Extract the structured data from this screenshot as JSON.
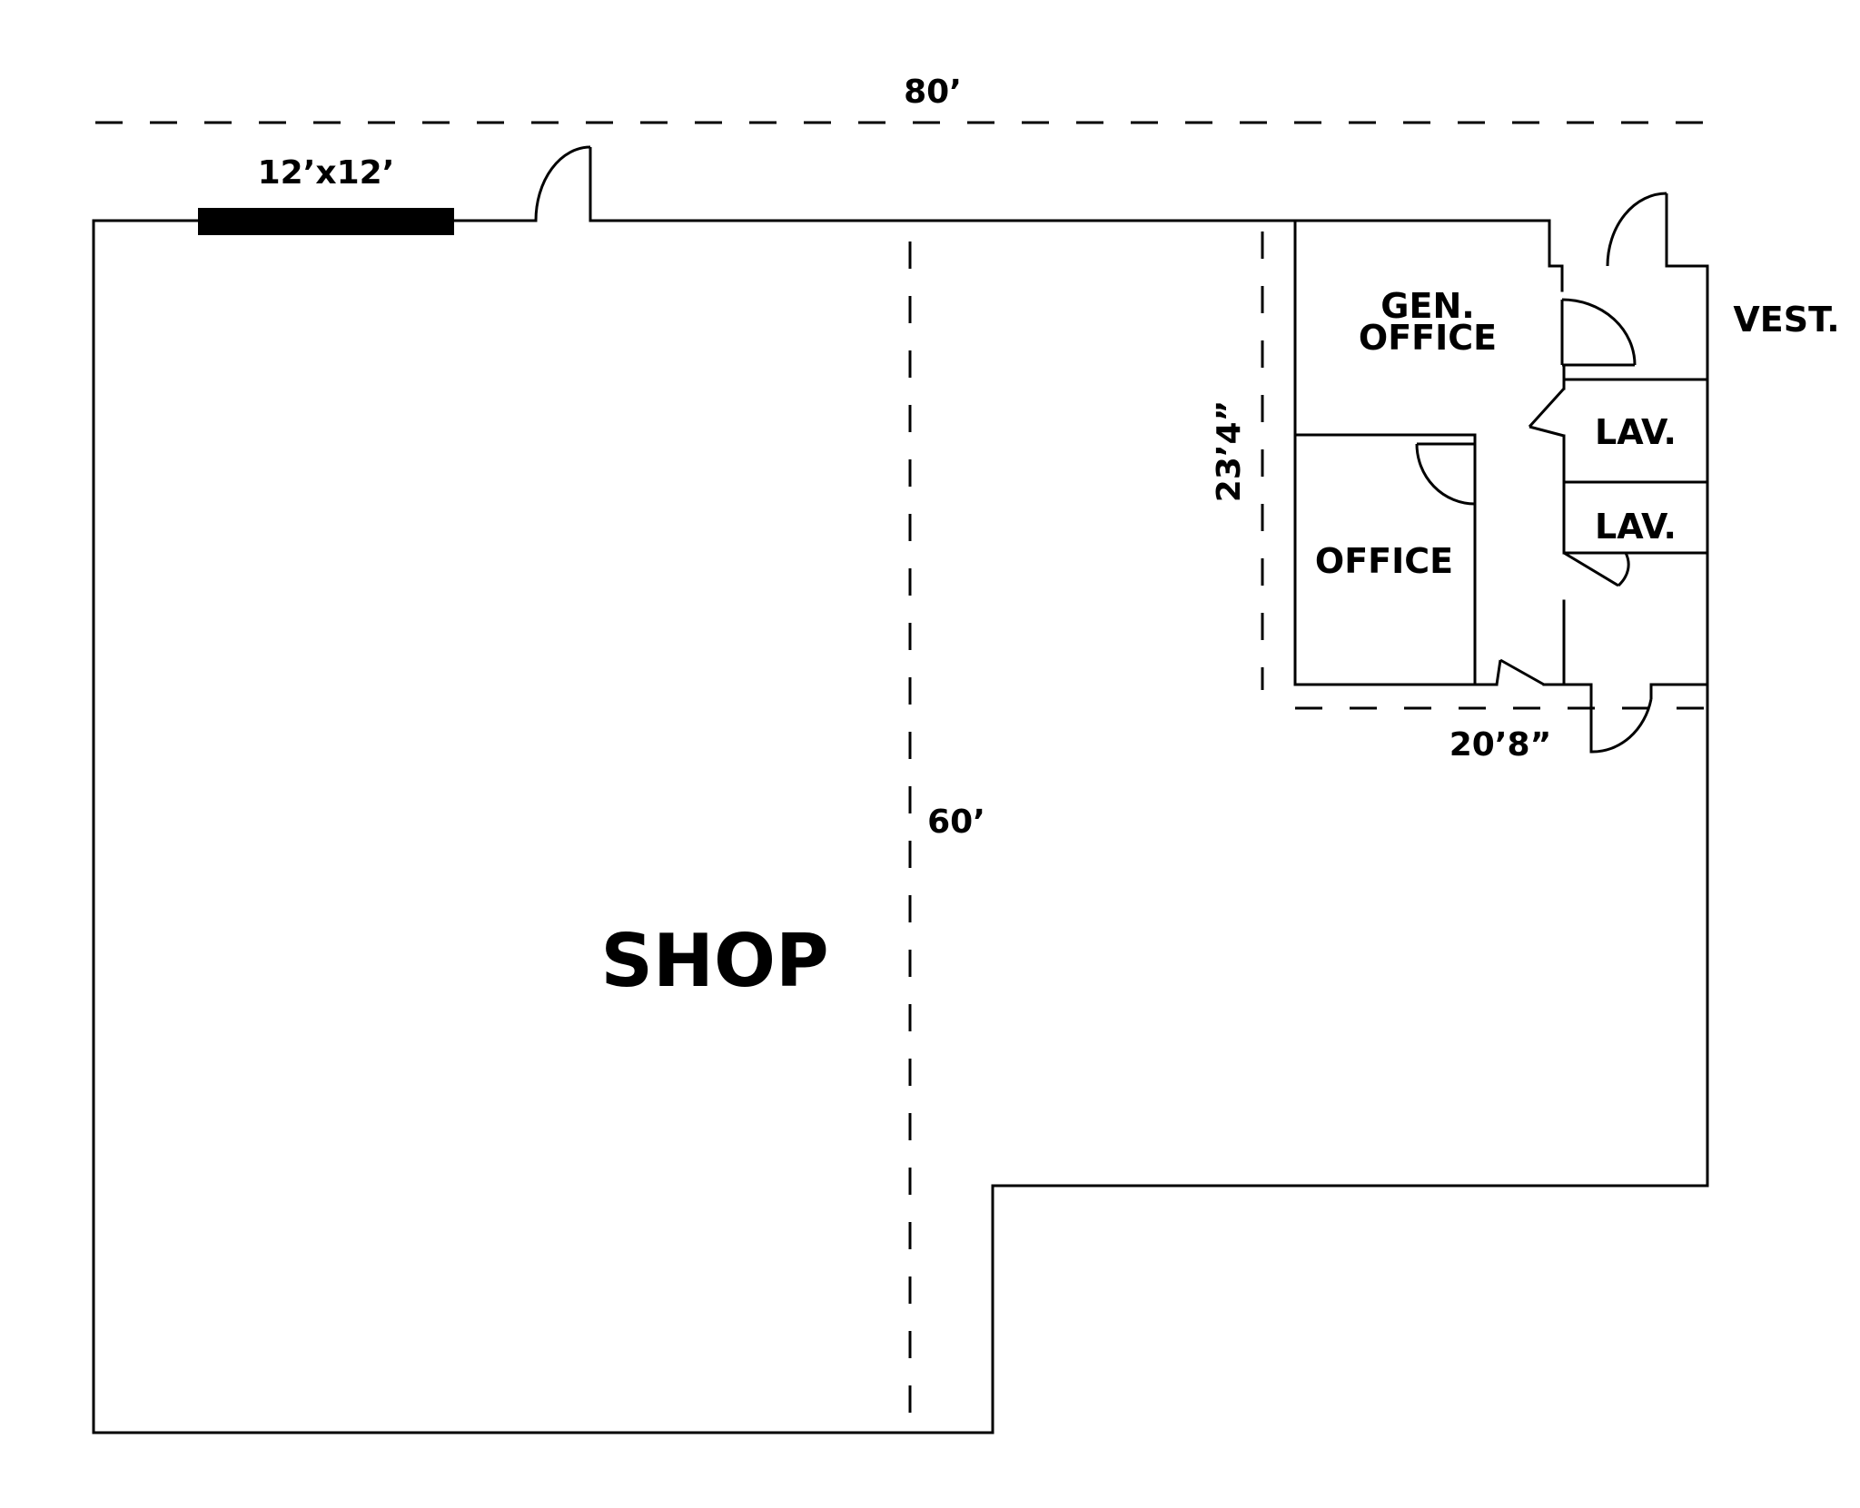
{
  "floor_plan": {
    "rooms": {
      "shop": "SHOP",
      "gen_office_line1": "GEN.",
      "gen_office_line2": "OFFICE",
      "office": "OFFICE",
      "lav_upper": "LAV.",
      "lav_lower": "LAV.",
      "vestibule": "VEST."
    },
    "dimensions": {
      "overall_width": "80’",
      "overall_depth": "60’",
      "overhead_door": "12’x12’",
      "office_block_depth": "23’4”",
      "office_block_width": "20’8”"
    }
  }
}
